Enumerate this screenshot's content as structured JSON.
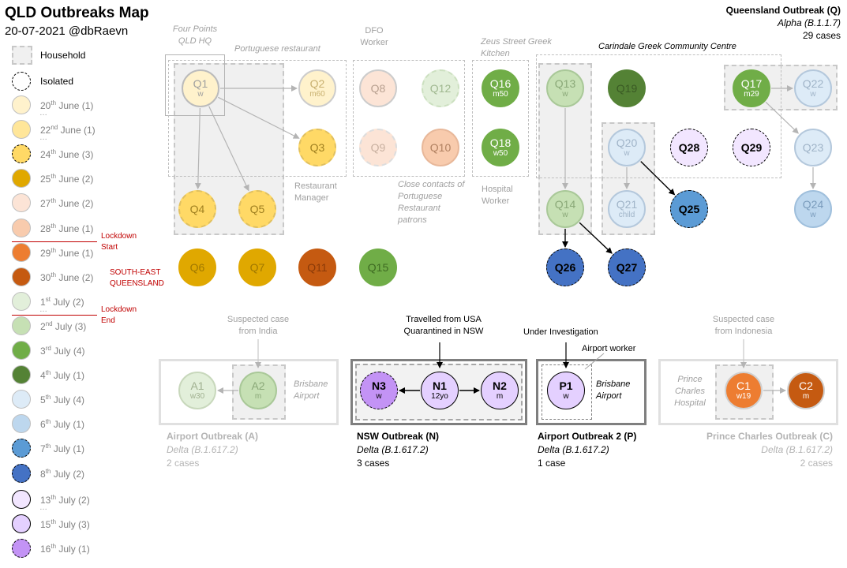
{
  "header": {
    "title": "QLD Outbreaks Map",
    "subtitle": "20-07-2021 @dbRaevn"
  },
  "queensland": {
    "name": "Queensland Outbreak (Q)",
    "variant": "Alpha (B.1.1.7)",
    "cases": "29 cases"
  },
  "legend": {
    "household": "Household",
    "isolated": "Isolated",
    "items": [
      {
        "day": "20",
        "suffix": "th",
        "month": "June",
        "count": "(1)",
        "color": "#fff2cc",
        "dashed": false
      },
      {
        "day": "22",
        "suffix": "nd",
        "month": "June",
        "count": "(1)",
        "color": "#ffe699",
        "dashed": false
      },
      {
        "day": "24",
        "suffix": "th",
        "month": "June",
        "count": "(3)",
        "color": "#ffd966",
        "dashed": true
      },
      {
        "day": "25",
        "suffix": "th",
        "month": "June",
        "count": "(2)",
        "color": "#e0a800",
        "dashed": false
      },
      {
        "day": "27",
        "suffix": "th",
        "month": "June",
        "count": "(2)",
        "color": "#fce4d6",
        "dashed": false
      },
      {
        "day": "28",
        "suffix": "th",
        "month": "June",
        "count": "(1)",
        "color": "#f8cbad",
        "dashed": false
      },
      {
        "day": "29",
        "suffix": "th",
        "month": "June",
        "count": "(1)",
        "color": "#ed7d31",
        "dashed": false
      },
      {
        "day": "30",
        "suffix": "th",
        "month": "June",
        "count": "(2)",
        "color": "#c55a11",
        "dashed": false
      },
      {
        "day": "1",
        "suffix": "st",
        "month": "July",
        "count": "(2)",
        "color": "#e2efda",
        "dashed": false
      },
      {
        "day": "2",
        "suffix": "nd",
        "month": "July",
        "count": "(3)",
        "color": "#c6e0b4",
        "dashed": false
      },
      {
        "day": "3",
        "suffix": "rd",
        "month": "July",
        "count": "(4)",
        "color": "#70ad47",
        "dashed": false
      },
      {
        "day": "4",
        "suffix": "th",
        "month": "July",
        "count": "(1)",
        "color": "#548235",
        "dashed": false
      },
      {
        "day": "5",
        "suffix": "th",
        "month": "July",
        "count": "(4)",
        "color": "#ddebf7",
        "dashed": false
      },
      {
        "day": "6",
        "suffix": "th",
        "month": "July",
        "count": "(1)",
        "color": "#bdd7ee",
        "dashed": false
      },
      {
        "day": "7",
        "suffix": "th",
        "month": "July",
        "count": "(1)",
        "color": "#5b9bd5",
        "dashed": true
      },
      {
        "day": "8",
        "suffix": "th",
        "month": "July",
        "count": "(2)",
        "color": "#4472c4",
        "dashed": true
      },
      {
        "day": "13",
        "suffix": "th",
        "month": "July",
        "count": "(2)",
        "color": "#f2e6ff",
        "dashed": false
      },
      {
        "day": "15",
        "suffix": "th",
        "month": "July",
        "count": "(3)",
        "color": "#e4d0ff",
        "dashed": false
      },
      {
        "day": "16",
        "suffix": "th",
        "month": "July",
        "count": "(1)",
        "color": "#c393f5",
        "dashed": true
      }
    ],
    "ellipsis": "…",
    "lockdown_start": "Lockdown Start",
    "region": "SOUTH-EAST QUEENSLAND",
    "lockdown_end": "Lockdown End"
  },
  "labels": {
    "four_points": "Four Points QLD HQ",
    "portuguese": "Portuguese restaurant",
    "dfo": "DFO Worker",
    "zeus": "Zeus Street Greek Kitchen",
    "carindale": "Carindale Greek Community Centre",
    "restaurant_manager": "Restaurant Manager",
    "close_contacts": "Close contacts of Portuguese Restaurant patrons",
    "hospital_worker": "Hospital Worker",
    "suspected_india": "Suspected case from India",
    "brisbane_airport_a": "Brisbane Airport",
    "travelled": "Travelled from USA Quarantined in NSW",
    "under_investigation": "Under Investigation",
    "airport_worker": "Airport worker",
    "brisbane_airport_p": "Brisbane Airport",
    "suspected_indonesia": "Suspected case from Indonesia",
    "prince_charles_hospital": "Prince Charles Hospital"
  },
  "nodes": {
    "Q1": {
      "id": "Q1",
      "sub": "w"
    },
    "Q2": {
      "id": "Q2",
      "sub": "m60"
    },
    "Q3": {
      "id": "Q3",
      "sub": ""
    },
    "Q4": {
      "id": "Q4",
      "sub": ""
    },
    "Q5": {
      "id": "Q5",
      "sub": ""
    },
    "Q6": {
      "id": "Q6",
      "sub": ""
    },
    "Q7": {
      "id": "Q7",
      "sub": ""
    },
    "Q8": {
      "id": "Q8",
      "sub": ""
    },
    "Q9": {
      "id": "Q9",
      "sub": ""
    },
    "Q10": {
      "id": "Q10",
      "sub": ""
    },
    "Q11": {
      "id": "Q11",
      "sub": ""
    },
    "Q12": {
      "id": "Q12",
      "sub": ""
    },
    "Q13": {
      "id": "Q13",
      "sub": "w"
    },
    "Q14": {
      "id": "Q14",
      "sub": "w"
    },
    "Q15": {
      "id": "Q15",
      "sub": ""
    },
    "Q16": {
      "id": "Q16",
      "sub": "m50"
    },
    "Q17": {
      "id": "Q17",
      "sub": "m29"
    },
    "Q18": {
      "id": "Q18",
      "sub": "w50"
    },
    "Q19": {
      "id": "Q19",
      "sub": ""
    },
    "Q20": {
      "id": "Q20",
      "sub": "w"
    },
    "Q21": {
      "id": "Q21",
      "sub": "child"
    },
    "Q22": {
      "id": "Q22",
      "sub": "w"
    },
    "Q23": {
      "id": "Q23",
      "sub": ""
    },
    "Q24": {
      "id": "Q24",
      "sub": "w"
    },
    "Q25": {
      "id": "Q25",
      "sub": ""
    },
    "Q26": {
      "id": "Q26",
      "sub": ""
    },
    "Q27": {
      "id": "Q27",
      "sub": ""
    },
    "Q28": {
      "id": "Q28",
      "sub": ""
    },
    "Q29": {
      "id": "Q29",
      "sub": ""
    },
    "A1": {
      "id": "A1",
      "sub": "w30"
    },
    "A2": {
      "id": "A2",
      "sub": "m"
    },
    "N1": {
      "id": "N1",
      "sub": "12yo"
    },
    "N2": {
      "id": "N2",
      "sub": "m"
    },
    "N3": {
      "id": "N3",
      "sub": "w"
    },
    "P1": {
      "id": "P1",
      "sub": "w"
    },
    "C1": {
      "id": "C1",
      "sub": "w19"
    },
    "C2": {
      "id": "C2",
      "sub": "m"
    }
  },
  "outbreaks": {
    "a": {
      "name": "Airport Outbreak (A)",
      "variant": "Delta (B.1.617.2)",
      "cases": "2 cases"
    },
    "n": {
      "name": "NSW Outbreak (N)",
      "variant": "Delta (B.1.617.2)",
      "cases": "3 cases"
    },
    "p": {
      "name": "Airport Outbreak 2 (P)",
      "variant": "Delta (B.1.617.2)",
      "cases": "1 case"
    },
    "c": {
      "name": "Prince Charles Outbreak (C)",
      "variant": "Delta (B.1.617.2)",
      "cases": "2 cases"
    }
  },
  "links": [
    {
      "from": "Q1",
      "to": "Q2",
      "active": false
    },
    {
      "from": "Q1",
      "to": "Q3",
      "active": false
    },
    {
      "from": "Q1",
      "to": "Q4",
      "active": false
    },
    {
      "from": "Q1",
      "to": "Q5",
      "active": false
    },
    {
      "from": "Q13",
      "to": "Q14",
      "active": false
    },
    {
      "from": "Q14",
      "to": "Q26",
      "active": true
    },
    {
      "from": "Q14",
      "to": "Q27",
      "active": true
    },
    {
      "from": "Q20",
      "to": "Q21",
      "active": false
    },
    {
      "from": "Q20",
      "to": "Q25",
      "active": true
    },
    {
      "from": "Q17",
      "to": "Q22",
      "active": false
    },
    {
      "from": "Q17",
      "to": "Q23",
      "active": false
    },
    {
      "from": "Q23",
      "to": "Q24",
      "active": false
    },
    {
      "from": "A2",
      "to": "A1",
      "active": false
    },
    {
      "from": "N1",
      "to": "N3",
      "active": true
    },
    {
      "from": "N1",
      "to": "N2",
      "active": true
    },
    {
      "from": "C1",
      "to": "C2",
      "active": false
    }
  ]
}
